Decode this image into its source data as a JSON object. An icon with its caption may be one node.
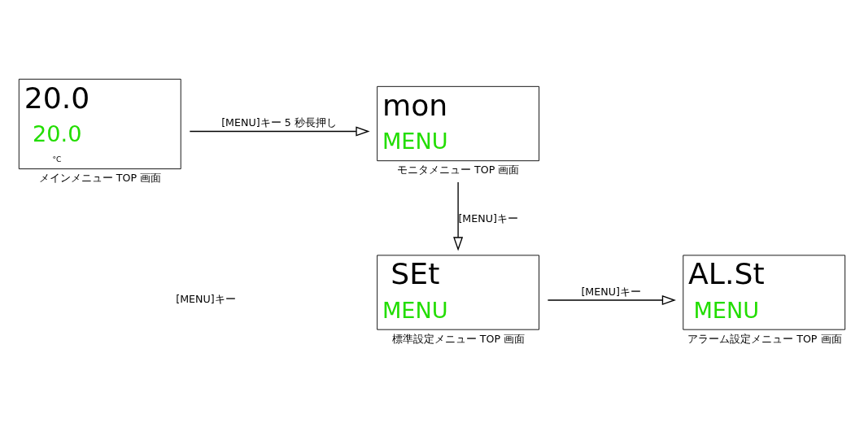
{
  "diagram": {
    "nodes": [
      {
        "text": [
          "20.0",
          "20.0",
          "°C"
        ],
        "beside": [
          "メインメニュー TOP 画面"
        ]
      },
      {
        "text": [
          "mon",
          "MENU"
        ],
        "beside": [
          "モニタメニュー TOP 画面"
        ]
      },
      {
        "text": [
          "SEt",
          "MENU"
        ],
        "beside": [
          "標準設定メニュー TOP 画面"
        ]
      },
      {
        "text": [
          "AL.St",
          "MENU"
        ],
        "beside": [
          "アラーム設定メニュー TOP 画面"
        ]
      }
    ],
    "edges": [
      {
        "from": 0,
        "to": 1,
        "arrow": "to",
        "label": "[MENU]キー 5 秒長押し"
      },
      {
        "from": 1,
        "to": 2,
        "arrow": "to",
        "label": "[MENU]キー"
      },
      {
        "from": 2,
        "to": 3,
        "arrow": "to",
        "label": "[MENU]キー"
      }
    ],
    "labels": [
      "[MENU]キー"
    ]
  }
}
